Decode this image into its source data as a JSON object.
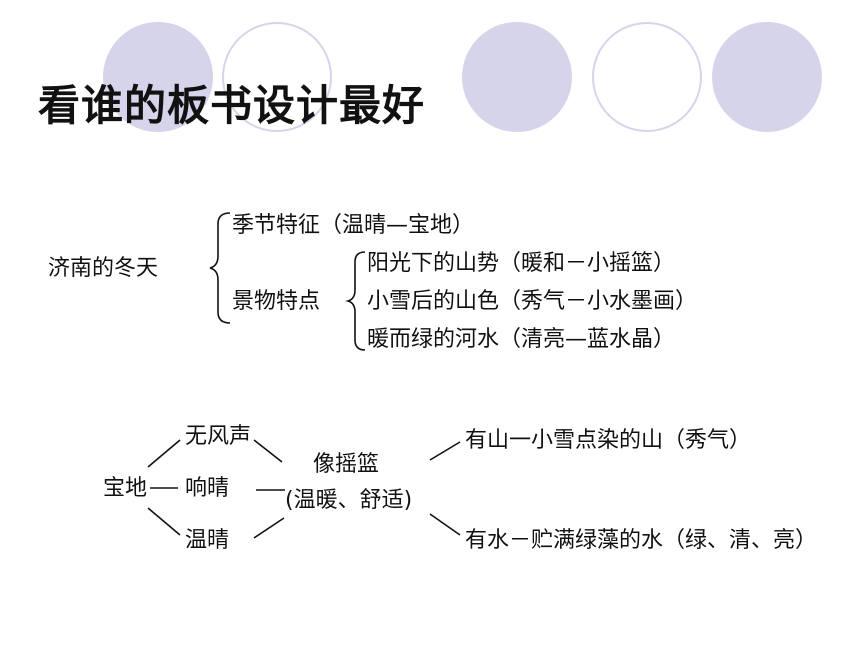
{
  "slide": {
    "title": "看谁的板书设计最好",
    "accent_color": "#d6d4ea"
  },
  "outline1": {
    "root": "济南的冬天",
    "branch_season": "季节特征（温晴—宝地）",
    "branch_scenery": "景物特点",
    "sub_mountain_shape": "阳光下的山势（暖和－小摇篮）",
    "sub_mountain_color": "小雪后的山色（秀气－小水墨画）",
    "sub_river": "暖而绿的河水（清亮—蓝水晶）"
  },
  "outline2": {
    "root": "宝地",
    "no_wind": "无风声",
    "sunny_bright": "响晴",
    "warm_sunny": "温晴",
    "cradle": "像摇篮",
    "cradle_note": "(温暖、舒适)",
    "mountain": "有山一小雪点染的山（秀气）",
    "water": "有水－贮满绿藻的水（绿、清、亮）"
  }
}
